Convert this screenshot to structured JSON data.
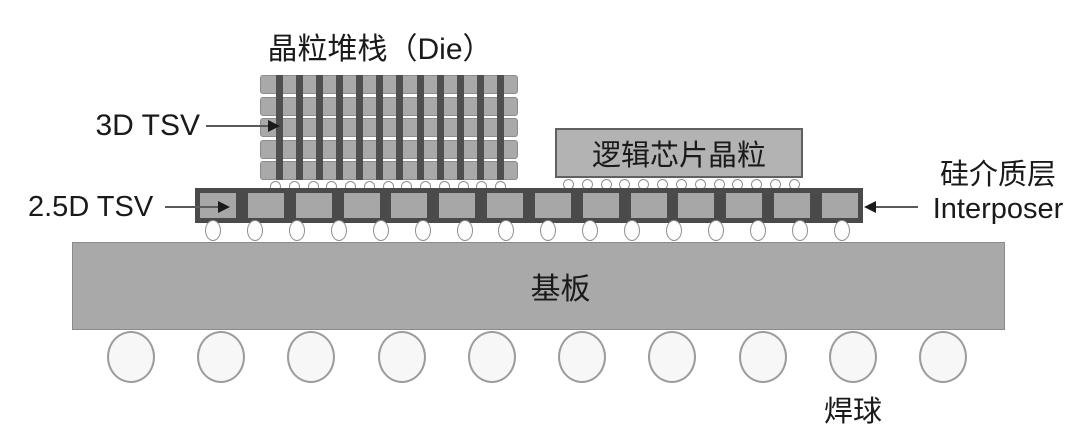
{
  "diagram": {
    "title": "晶粒堆栈（Die）",
    "labels": {
      "tsv_3d": "3D TSV",
      "tsv_25d": "2.5D TSV",
      "logic_die": "逻辑芯片晶粒",
      "interposer_line1": "硅介质层",
      "interposer_line2": "Interposer",
      "substrate": "基板",
      "solder_ball": "焊球"
    },
    "structure": {
      "die_stack_layers": 5,
      "die_stack_tsv_columns": 12,
      "die_stack_microbumps": 13,
      "logic_die_microbumps": 13,
      "interposer_blocks": 14,
      "interposer_bumps": 16,
      "solder_balls": 10
    },
    "colors": {
      "text": "#1a1a1a",
      "arrow": "#5a5a5a",
      "die_layer": "#a9a9a9",
      "die_border": "#8c8c8c",
      "tsv": "#4f4f4f",
      "logic_fill": "#b3b3b3",
      "logic_border": "#606060",
      "interposer_frame": "#4a4a4a",
      "interposer_block": "#a7a7a7",
      "substrate": "#a9a9a9",
      "substrate_border": "#8a8a8a",
      "ball_fill": "#f7f7f7",
      "ball_stroke": "#9c9c9c",
      "bump_stroke": "#8f8f8f"
    }
  }
}
